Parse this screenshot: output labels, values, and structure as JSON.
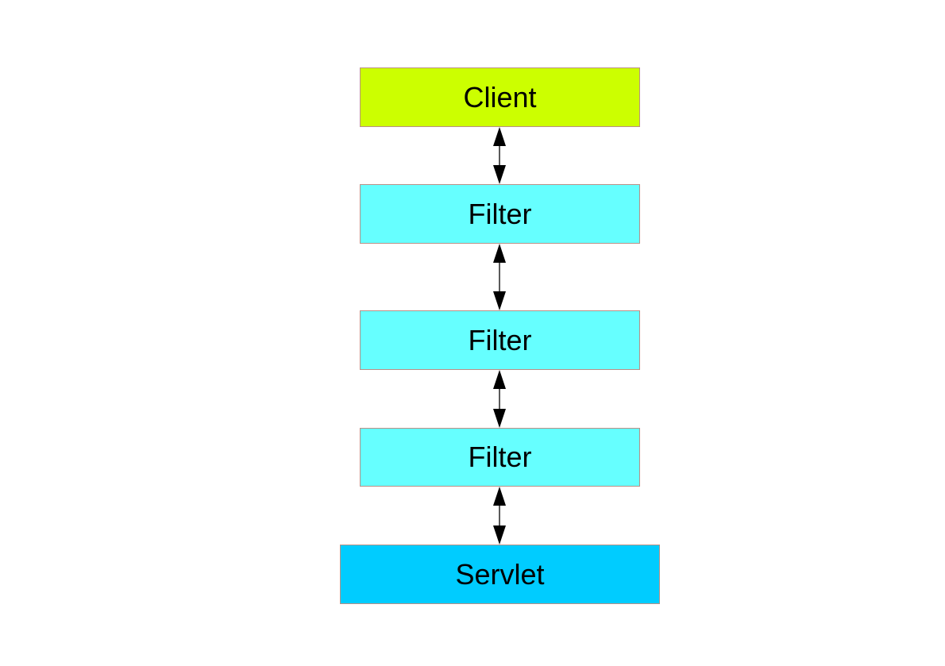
{
  "nodes": {
    "client": {
      "label": "Client",
      "color": "#ccff00"
    },
    "filter1": {
      "label": "Filter",
      "color": "#66ffff"
    },
    "filter2": {
      "label": "Filter",
      "color": "#66ffff"
    },
    "filter3": {
      "label": "Filter",
      "color": "#66ffff"
    },
    "servlet": {
      "label": "Servlet",
      "color": "#00ccff"
    }
  },
  "edges": [
    {
      "from": "client",
      "to": "filter1",
      "direction": "bidirectional"
    },
    {
      "from": "filter1",
      "to": "filter2",
      "direction": "bidirectional"
    },
    {
      "from": "filter2",
      "to": "filter3",
      "direction": "bidirectional"
    },
    {
      "from": "filter3",
      "to": "servlet",
      "direction": "bidirectional"
    }
  ],
  "colors": {
    "border": "#b98f86",
    "arrow": "#000000"
  }
}
